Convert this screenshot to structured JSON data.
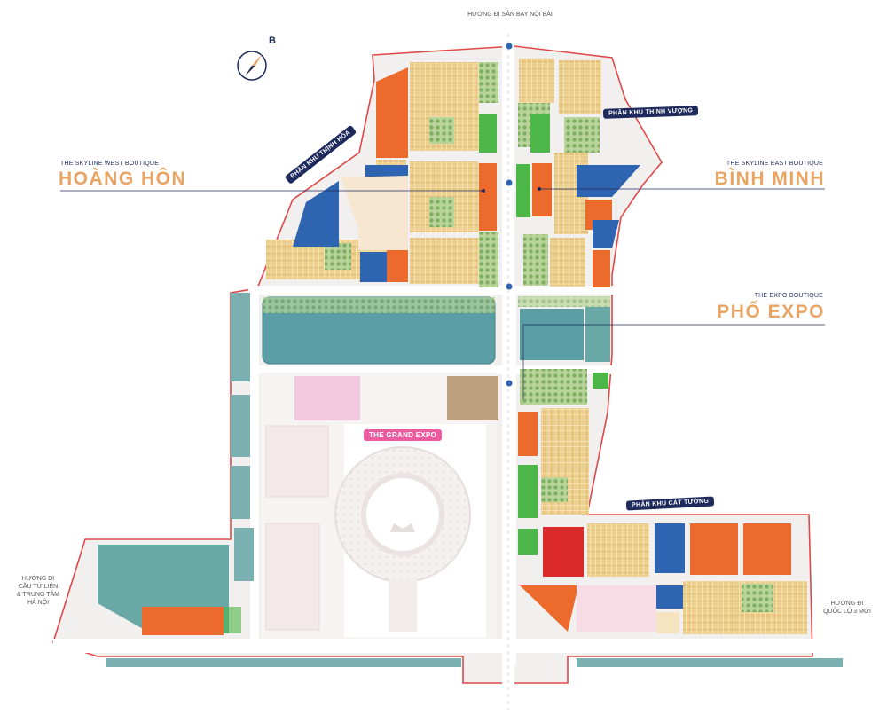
{
  "compass": {
    "north_letter": "B",
    "icon": "compass-icon"
  },
  "directions": {
    "top": "HƯỚNG ĐI SÂN BAY NỘI BÀI",
    "left": [
      "HƯỚNG ĐI",
      "CẦU TỨ LIÊN",
      "& TRUNG TÂM",
      "HÀ NỘI"
    ],
    "right": [
      "HƯỚNG ĐI",
      "QUỐC LỘ 3 MỚI"
    ]
  },
  "callouts": {
    "west": {
      "subtitle": "THE SKYLINE WEST BOUTIQUE",
      "title": "HOÀNG HÔN"
    },
    "east": {
      "subtitle": "THE SKYLINE EAST BOUTIQUE",
      "title": "BÌNH MINH"
    },
    "expo": {
      "subtitle": "THE EXPO BOUTIQUE",
      "title": "PHỐ EXPO"
    }
  },
  "zones": {
    "thinh_vuong": "PHÂN KHU THỊNH VƯỢNG",
    "thinh_hoa": "PHÂN KHU THỊNH HÒA",
    "cat_tuong": "PHÂN KHU CÁT TƯỜNG",
    "grand_expo": "THE GRAND EXPO"
  },
  "colors": {
    "boundary": "#e04848",
    "residential": "#f2dca0",
    "commercial": "#ec6a2c",
    "school": "#2e64b0",
    "park": "#4cb648",
    "water": "#5b9ea6",
    "road": "#ffffff",
    "expo_ground": "#f8f3f3",
    "highlight": "#f2c9df",
    "brand_accent": "#e8a463",
    "pill": "#1e2a5c"
  }
}
